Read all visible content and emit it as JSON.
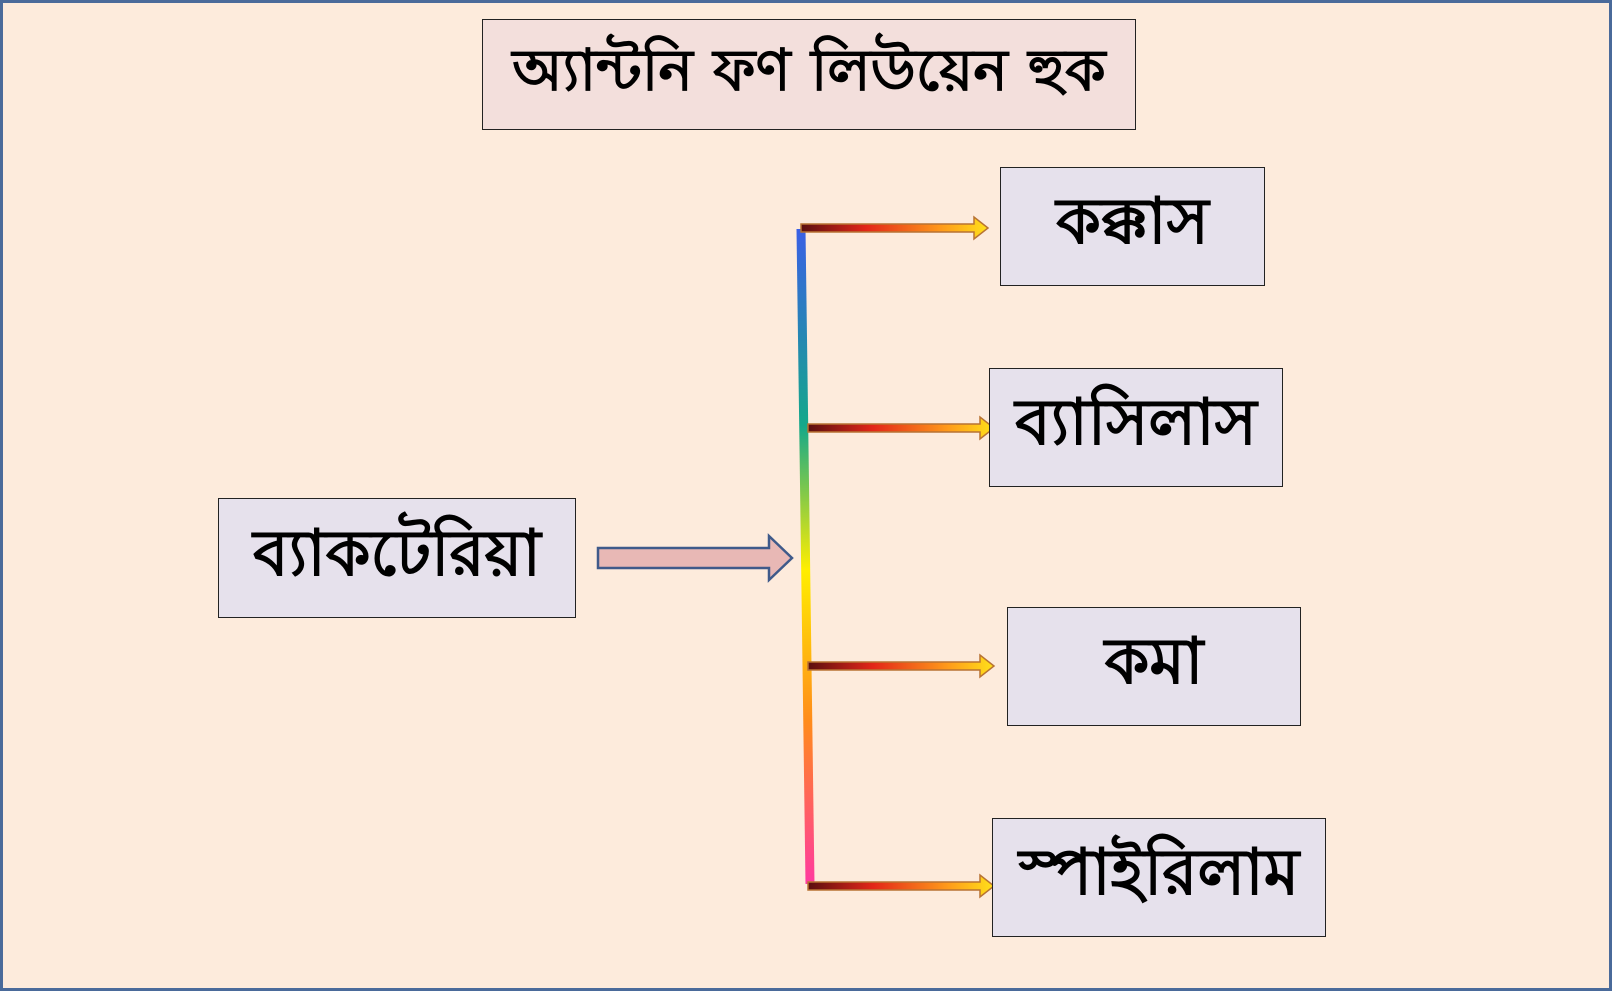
{
  "diagram": {
    "title": "অ্যান্টনি ফণ লিউয়েন হুক",
    "root": "ব্যাকটেরিয়া",
    "children": [
      "কক্কাস",
      "ব্যাসিলাস",
      "কমা",
      "স্পাইরিলাম"
    ]
  },
  "colors": {
    "background": "#fdebdc",
    "frame_border": "#4a6a9a",
    "title_fill": "#f3dfdc",
    "box_fill": "#e6e1ec",
    "main_arrow_fill": "#e8b8b5",
    "main_arrow_stroke": "#3f5a8a",
    "branch_arrow_start": "#5a0f0f",
    "branch_arrow_mid": "#e32619",
    "branch_arrow_end": "#ffe11a",
    "spine_gradient": [
      "#3a5fe5",
      "#14a88a",
      "#ffee00",
      "#ff8c1a",
      "#ff3aa0"
    ]
  }
}
